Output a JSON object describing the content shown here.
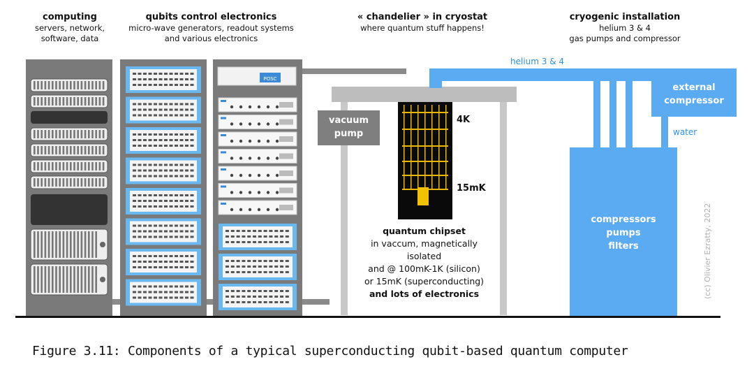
{
  "headers": {
    "computing": {
      "title": "computing",
      "lines": [
        "servers, network,",
        "software, data"
      ]
    },
    "qubits_control": {
      "title": "qubits control electronics",
      "lines": [
        "micro-wave generators, readout systems",
        "and various electronics"
      ]
    },
    "chandelier": {
      "title": "« chandelier » in cryostat",
      "lines": [
        "where quantum stuff happens!"
      ]
    },
    "cryogenic": {
      "title": "cryogenic installation",
      "lines": [
        "helium 3 & 4",
        "gas pumps and compressor"
      ]
    }
  },
  "labels": {
    "helium": "helium 3 & 4",
    "water": "water",
    "external_compressor": [
      "external",
      "compressor"
    ],
    "vacuum_pump": [
      "vacuum",
      "pump"
    ],
    "temp_4k": "4K",
    "temp_15mk": "15mK",
    "compressors_block": [
      "compressors",
      "pumps",
      "filters"
    ],
    "posc": "POSC"
  },
  "chipset": {
    "title": "quantum chipset",
    "lines": [
      "in vaccum, magnetically",
      "isolated",
      "and @ 100mK-1K (silicon)",
      "or 15mK (superconducting)"
    ],
    "last": "and lots of electronics"
  },
  "credit": "(cc) Olivier Ezratty, 2022",
  "caption": "Figure 3.11: Components of a typical superconducting qubit-based quantum computer",
  "colors": {
    "rack_gray": "#7a7a7a",
    "unit_blue": "#69b8f0",
    "cryo_blue": "#5aabf2",
    "chandelier_gold": "#e9b700",
    "pipe_gray": "#c8c8c8"
  }
}
